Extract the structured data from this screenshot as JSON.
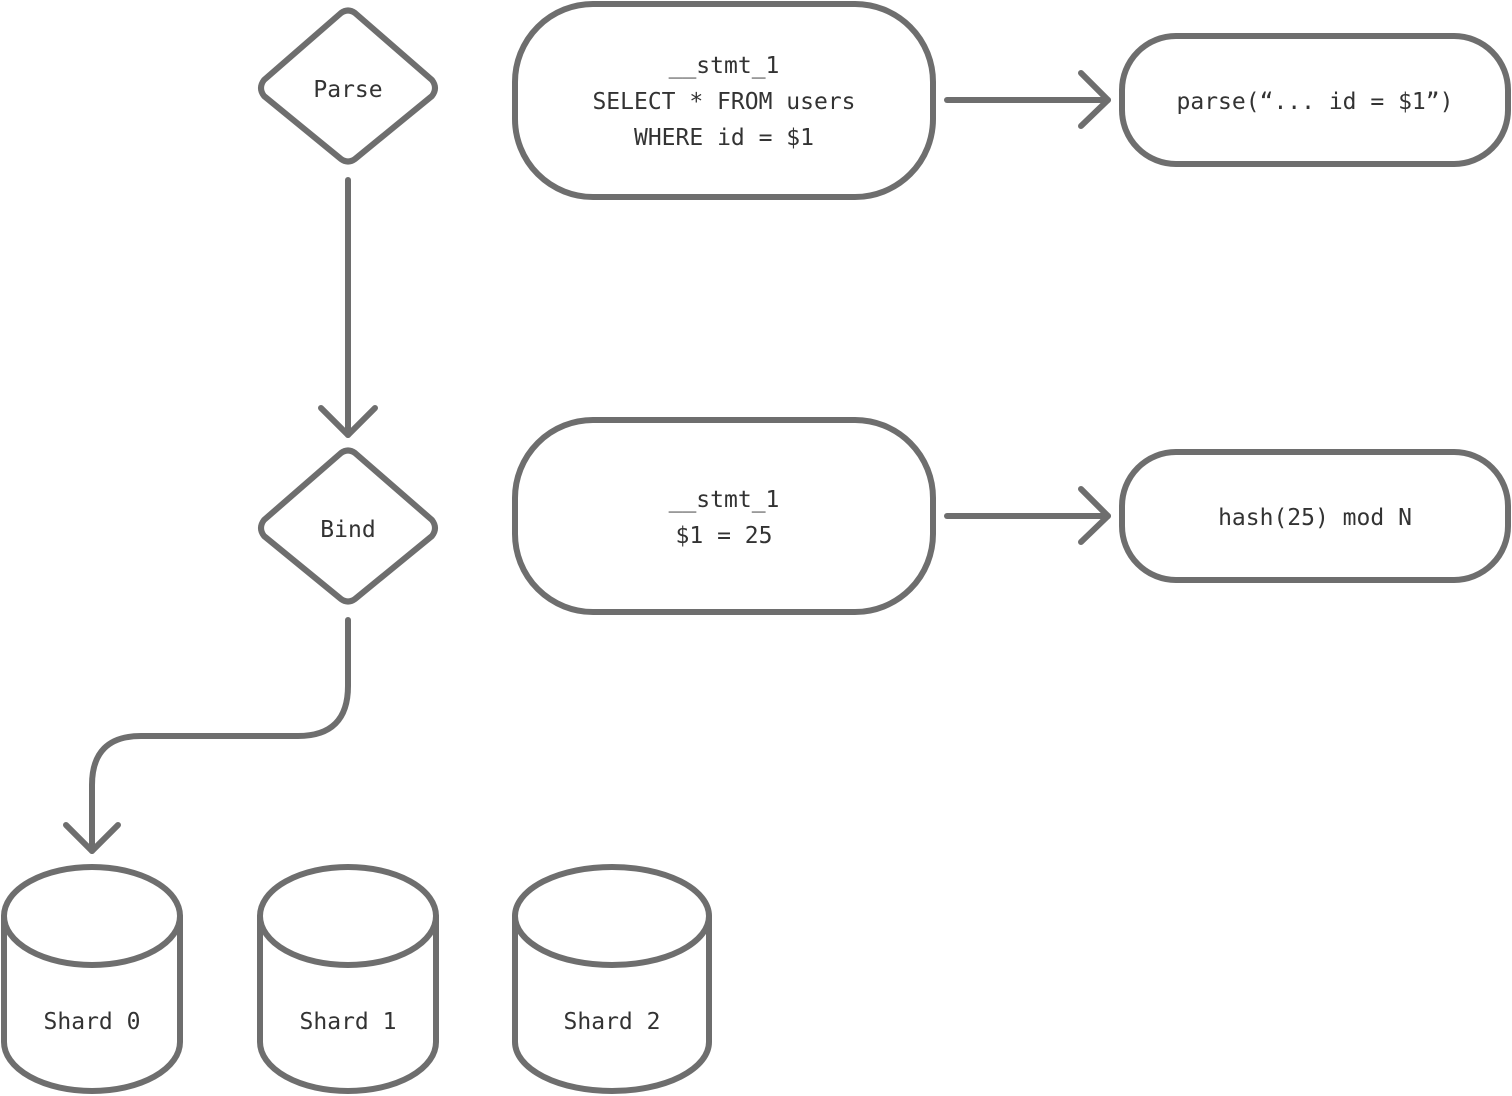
{
  "diagram": {
    "steps": {
      "parse": "Parse",
      "bind": "Bind"
    },
    "parse_statement": {
      "line1": "__stmt_1",
      "line2": "SELECT * FROM users",
      "line3": "WHERE id = $1"
    },
    "parse_result": "parse(“... id = $1”)",
    "bind_statement": {
      "line1": "__stmt_1",
      "line2": "$1 = 25"
    },
    "bind_result": "hash(25) mod N",
    "shards": [
      "Shard 0",
      "Shard 1",
      "Shard 2"
    ]
  },
  "colors": {
    "stroke": "#6e6e6e",
    "text": "#333333",
    "background": "#ffffff"
  }
}
